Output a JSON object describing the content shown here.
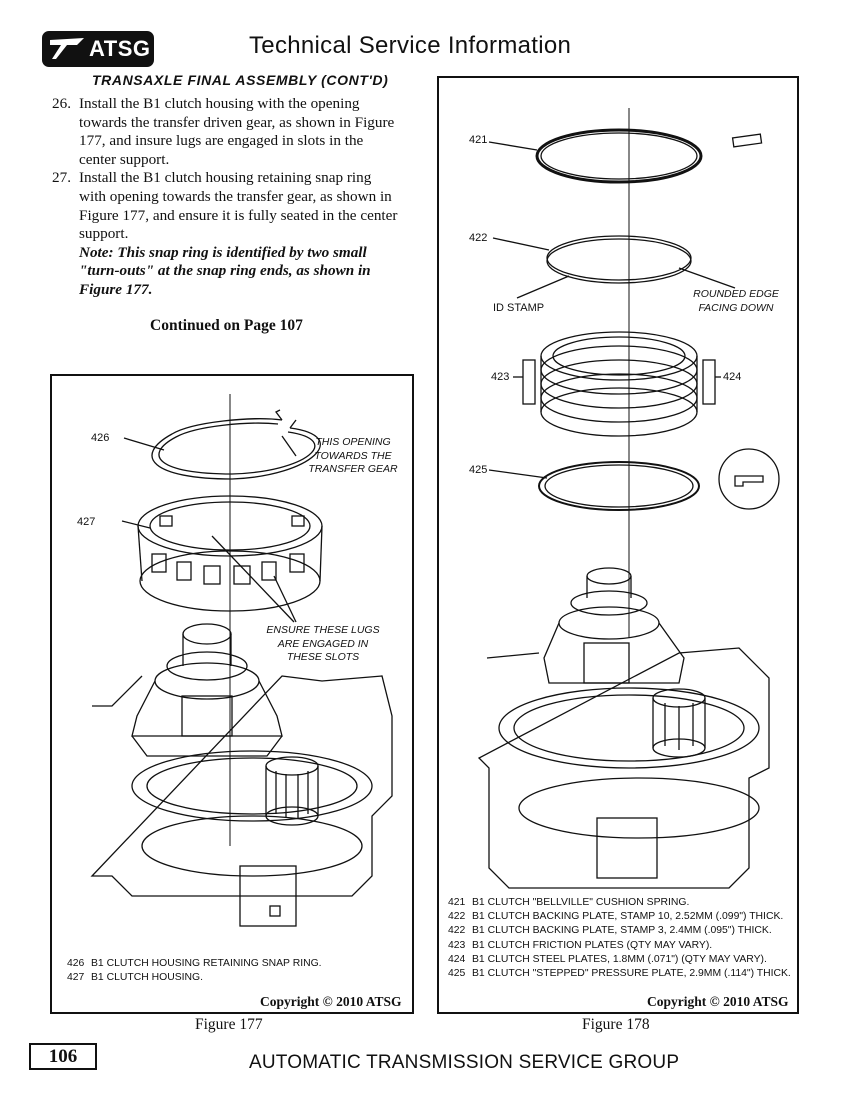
{
  "header": {
    "logo_text": "ATSG",
    "title": "Technical Service Information"
  },
  "section_title": "TRANSAXLE FINAL ASSEMBLY (CONT'D)",
  "steps": [
    {
      "num": "26.",
      "text": "Install the B1 clutch housing with the opening towards the transfer driven gear, as shown in Figure 177, and insure lugs are engaged in slots in the center support."
    },
    {
      "num": "27.",
      "text": "Install the B1 clutch housing retaining snap ring with opening towards the transfer gear, as shown in Figure 177, and ensure it is fully seated in the center support."
    }
  ],
  "note": "Note: This snap ring is identified by two small \"turn-outs\" at the snap ring ends, as shown in Figure 177.",
  "continued": "Continued on Page 107",
  "figure177": {
    "callouts": {
      "c426": "426",
      "c427": "427",
      "opening": "THIS OPENING TOWARDS THE TRANSFER GEAR",
      "lugs": "ENSURE THESE LUGS ARE ENGAGED IN THESE SLOTS"
    },
    "legend": [
      {
        "num": "426",
        "text": "B1 CLUTCH HOUSING RETAINING SNAP RING."
      },
      {
        "num": "427",
        "text": "B1 CLUTCH HOUSING."
      }
    ],
    "copyright": "Copyright © 2010 ATSG",
    "caption": "Figure 177"
  },
  "figure178": {
    "callouts": {
      "c421": "421",
      "c422": "422",
      "c423": "423",
      "c424": "424",
      "c425": "425",
      "id_stamp": "ID STAMP",
      "rounded_edge": "ROUNDED EDGE FACING DOWN"
    },
    "legend": [
      {
        "num": "421",
        "text": "B1 CLUTCH \"BELLVILLE\" CUSHION SPRING."
      },
      {
        "num": "422",
        "text": "B1 CLUTCH BACKING PLATE, STAMP 10, 2.52MM (.099\") THICK."
      },
      {
        "num": "422",
        "text": "B1 CLUTCH BACKING PLATE, STAMP 3, 2.4MM (.095\") THICK."
      },
      {
        "num": "423",
        "text": "B1 CLUTCH FRICTION PLATES (QTY MAY VARY)."
      },
      {
        "num": "424",
        "text": "B1 CLUTCH STEEL PLATES, 1.8MM (.071\") (QTY MAY VARY)."
      },
      {
        "num": "425",
        "text": "B1 CLUTCH \"STEPPED\" PRESSURE PLATE, 2.9MM (.114\") THICK."
      }
    ],
    "copyright": "Copyright © 2010 ATSG",
    "caption": "Figure 178"
  },
  "footer": {
    "page_number": "106",
    "text": "AUTOMATIC TRANSMISSION SERVICE GROUP"
  }
}
